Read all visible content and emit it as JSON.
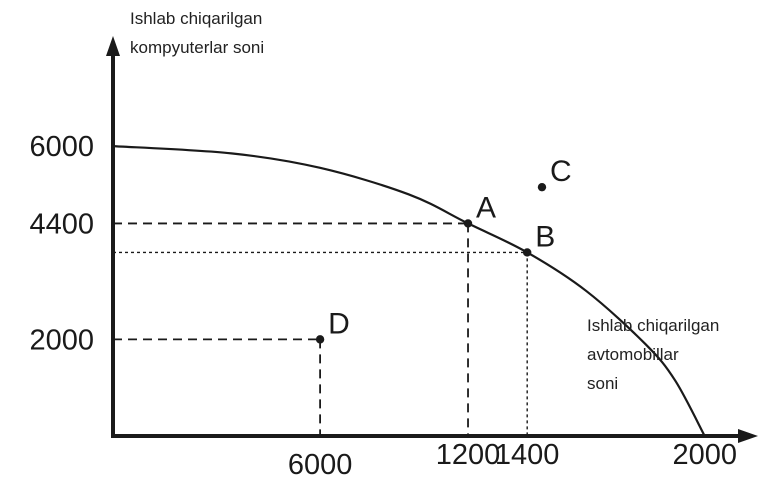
{
  "chart_data": {
    "type": "line",
    "title": "",
    "ylabel_lines": [
      "Ishlab chiqarilgan",
      "kompyuterlar soni"
    ],
    "xlabel_lines": [
      "Ishlab chiqarilgan",
      "avtomobillar",
      "soni"
    ],
    "x_ticks": [
      {
        "label": "6000",
        "at": 700
      },
      {
        "label": "1200",
        "at": 1200
      },
      {
        "label": "1400",
        "at": 1400
      },
      {
        "label": "2000",
        "at": 2000
      }
    ],
    "y_ticks": [
      {
        "label": "6000",
        "at": 6000
      },
      {
        "label": "4400",
        "at": 4400
      },
      {
        "label": "2000",
        "at": 2000
      }
    ],
    "xlim": [
      0,
      2170
    ],
    "ylim": [
      0,
      8300
    ],
    "series": [
      {
        "kind": "curve",
        "x": [
          0,
          400,
          700,
          1000,
          1200,
          1400,
          1600,
          1800,
          1900,
          2000
        ],
        "y": [
          6000,
          5850,
          5550,
          5000,
          4400,
          3800,
          3000,
          1900,
          1150,
          0
        ]
      }
    ],
    "points": [
      {
        "label": "A",
        "x": 1200,
        "y": 4400
      },
      {
        "label": "B",
        "x": 1400,
        "y": 3800
      },
      {
        "label": "C",
        "x": 1450,
        "y": 5150
      },
      {
        "label": "D",
        "x": 700,
        "y": 2000
      }
    ],
    "guides": [
      {
        "point": "A",
        "style": "dashed"
      },
      {
        "point": "B",
        "style": "dotted"
      },
      {
        "point": "D",
        "style": "dashed"
      }
    ],
    "grid": false
  }
}
